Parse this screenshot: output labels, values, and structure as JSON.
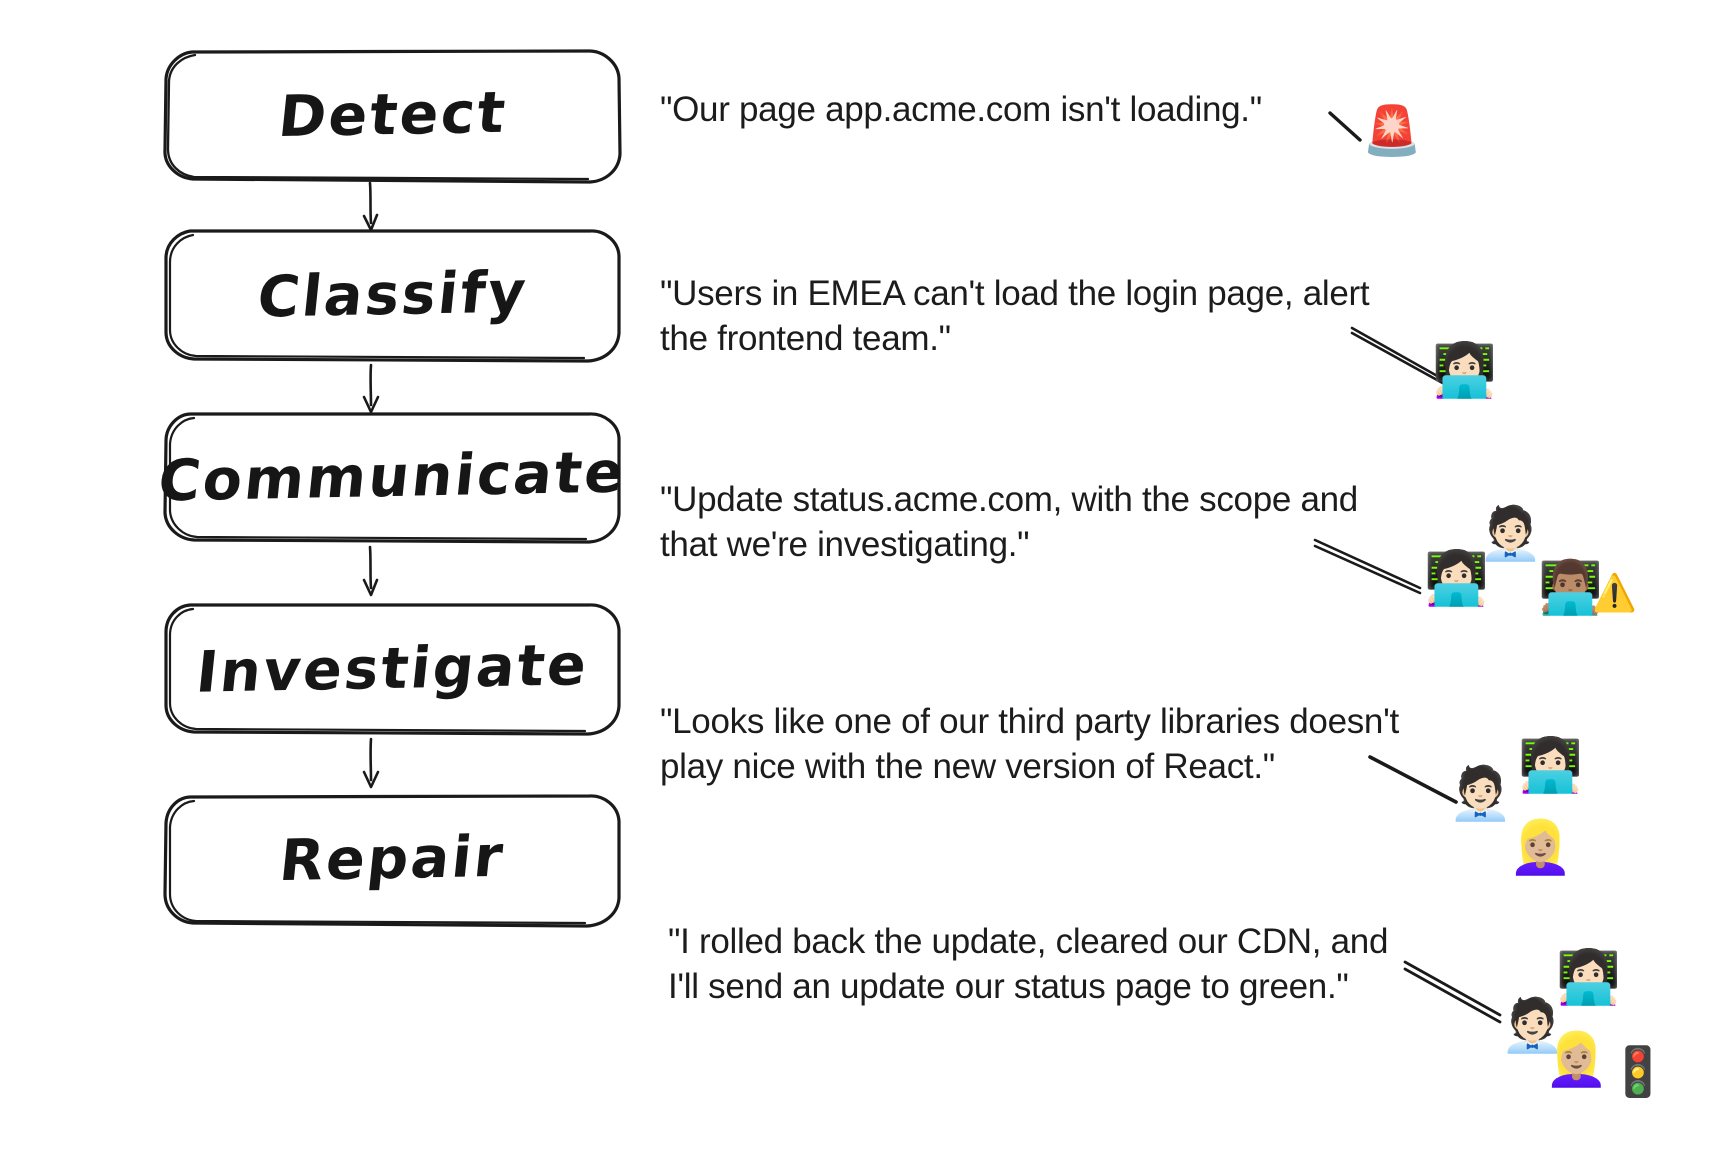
{
  "diagram": {
    "title": "Incident response lifecycle flowchart",
    "steps": [
      {
        "id": "detect",
        "label": "Detect",
        "quote_lines": [
          "\"Our page app.acme.com isn't loading.\""
        ],
        "pointer_style": "single-line",
        "icons": [
          "police-car-light-icon"
        ]
      },
      {
        "id": "classify",
        "label": "Classify",
        "quote_lines": [
          "\"Users in EMEA can't load the login page, alert",
          "the frontend team.\""
        ],
        "pointer_style": "double-line",
        "icons": [
          "woman-technologist-icon"
        ]
      },
      {
        "id": "communicate",
        "label": "Communicate",
        "quote_lines": [
          "\"Update status.acme.com, with the scope and",
          "that we're investigating.\""
        ],
        "pointer_style": "double-line",
        "icons": [
          "woman-technologist-icon",
          "office-worker-icon",
          "man-technologist-icon",
          "warning-icon"
        ]
      },
      {
        "id": "investigate",
        "label": "Investigate",
        "quote_lines": [
          "\"Looks like one of our third party libraries doesn't",
          "play nice with the new version of React.\""
        ],
        "pointer_style": "single-line",
        "icons": [
          "office-worker-icon",
          "woman-technologist-icon",
          "blond-woman-technologist-icon"
        ]
      },
      {
        "id": "repair",
        "label": "Repair",
        "quote_lines": [
          "\"I rolled back the update, cleared our CDN, and",
          "I'll send an update our status page to green.\""
        ],
        "pointer_style": "double-line",
        "icons": [
          "office-worker-icon",
          "woman-technologist-icon",
          "blond-woman-technologist-icon",
          "traffic-light-icon"
        ]
      }
    ],
    "icon_glyphs": {
      "police-car-light-icon": "🚨",
      "woman-technologist-icon": "👩🏻‍💻",
      "man-technologist-icon": "👨🏽‍💻",
      "office-worker-icon": "🧑🏻‍💼",
      "blond-woman-technologist-icon": "👱🏼‍♀️",
      "warning-icon": "⚠️",
      "traffic-light-icon": "🚦"
    },
    "colors": {
      "stroke": "#1a1a1a",
      "text": "#1c1c1c",
      "background": "#ffffff"
    }
  }
}
